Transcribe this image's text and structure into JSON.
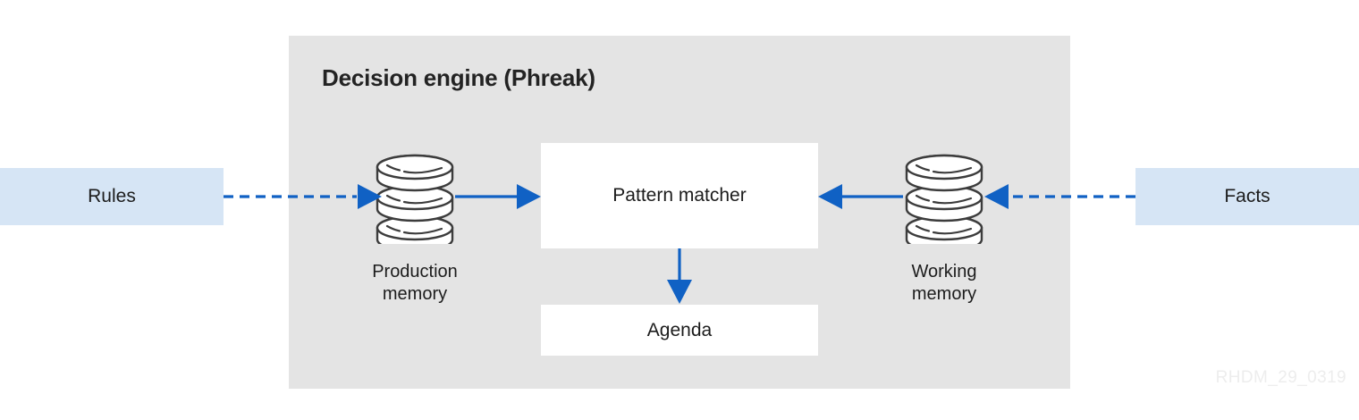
{
  "diagram": {
    "panel": {
      "title": "Decision engine (Phreak)",
      "background_color": "#e4e4e4"
    },
    "inputs": [
      {
        "id": "rules",
        "label": "Rules",
        "color": "#d6e5f5"
      },
      {
        "id": "facts",
        "label": "Facts",
        "color": "#d6e5f5"
      }
    ],
    "stores": [
      {
        "id": "production-memory",
        "label": "Production\nmemory",
        "line1": "Production",
        "line2": "memory",
        "icon": "database-cylinder-icon"
      },
      {
        "id": "working-memory",
        "label": "Working\nmemory",
        "line1": "Working",
        "line2": "memory",
        "icon": "database-cylinder-icon"
      }
    ],
    "processes": [
      {
        "id": "pattern-matcher",
        "label": "Pattern matcher"
      },
      {
        "id": "agenda",
        "label": "Agenda"
      }
    ],
    "connectors": [
      {
        "id": "rules-to-production-memory",
        "style": "dashed",
        "direction": "right",
        "color": "#1061c4"
      },
      {
        "id": "production-memory-to-pattern-matcher",
        "style": "solid",
        "direction": "right",
        "color": "#1061c4"
      },
      {
        "id": "working-memory-to-pattern-matcher",
        "style": "solid",
        "direction": "left",
        "color": "#1061c4"
      },
      {
        "id": "facts-to-working-memory",
        "style": "dashed",
        "direction": "left",
        "color": "#1061c4"
      },
      {
        "id": "pattern-matcher-to-agenda",
        "style": "solid",
        "direction": "down",
        "color": "#1061c4"
      }
    ],
    "accent_color": "#1061c4",
    "watermark": "RHDM_29_0319"
  }
}
